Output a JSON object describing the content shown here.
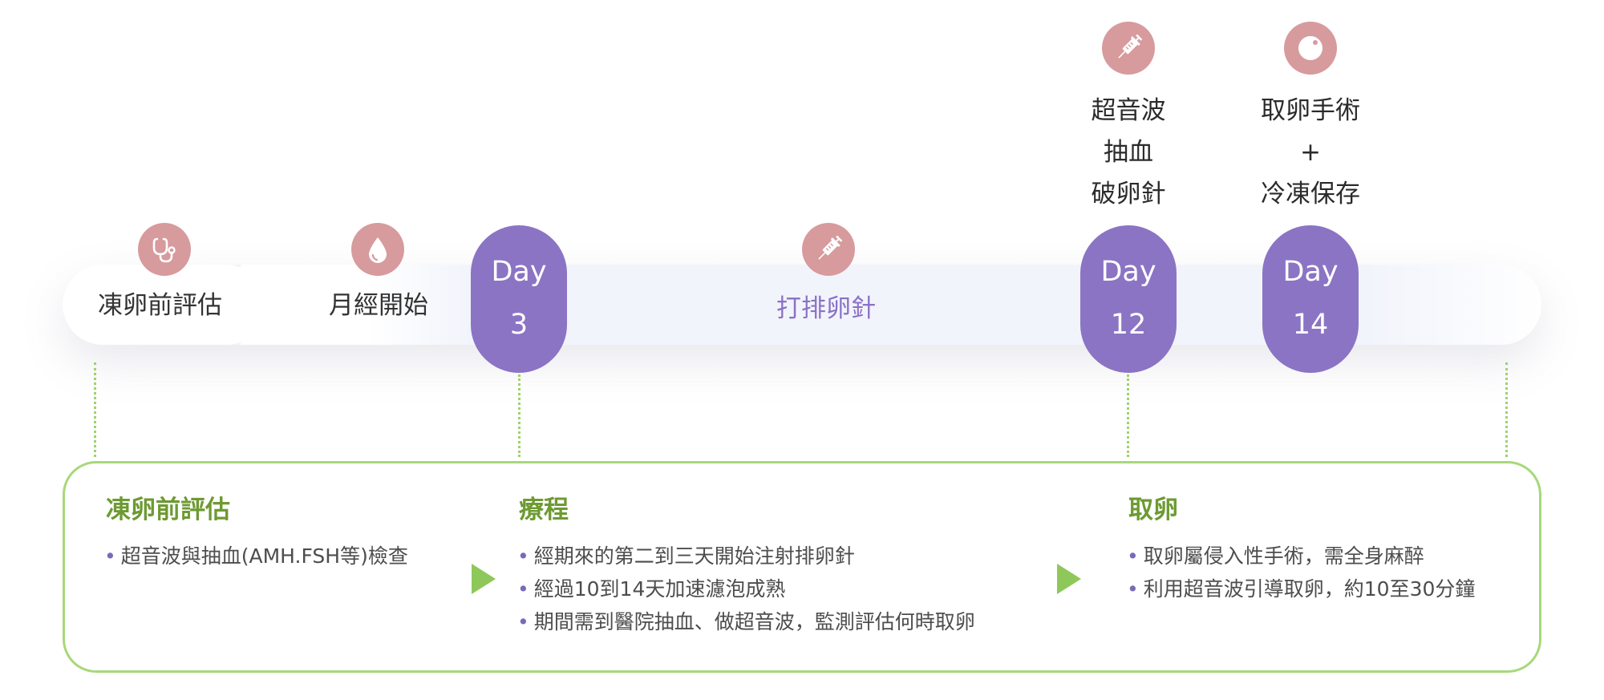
{
  "timeline": {
    "start_label": "凍卵前評估",
    "period_label": "月經開始",
    "injection_label": "打排卵針",
    "days": [
      {
        "day": "Day",
        "num": "3"
      },
      {
        "day": "Day",
        "num": "12"
      },
      {
        "day": "Day",
        "num": "14"
      }
    ],
    "day12_notes": [
      "超音波",
      "抽血",
      "破卵針"
    ],
    "day14_notes": [
      "取卵手術",
      "+",
      "冷凍保存"
    ]
  },
  "icons": {
    "assessment": "stethoscope-icon",
    "period": "droplet-icon",
    "injection": "syringe-icon",
    "day12": "syringe-icon",
    "day14": "egg-icon"
  },
  "details": {
    "assessment": {
      "title": "凍卵前評估",
      "items": [
        "超音波與抽血(AMH.FSH等)檢查"
      ]
    },
    "treatment": {
      "title": "療程",
      "items": [
        "經期來的第二到三天開始注射排卵針",
        "經過10到14天加速濾泡成熟",
        "期間需到醫院抽血、做超音波，監測評估何時取卵"
      ]
    },
    "retrieval": {
      "title": "取卵",
      "items": [
        "取卵屬侵入性手術，需全身麻醉",
        "利用超音波引導取卵，約10至30分鐘"
      ]
    }
  },
  "bullet_char": "•",
  "colors": {
    "purple": "#8b74c4",
    "icon_pink": "#d79b9d",
    "green": "#a7d87a",
    "title_green": "#6d9a32",
    "bar_bg": "#f2f4fc"
  }
}
